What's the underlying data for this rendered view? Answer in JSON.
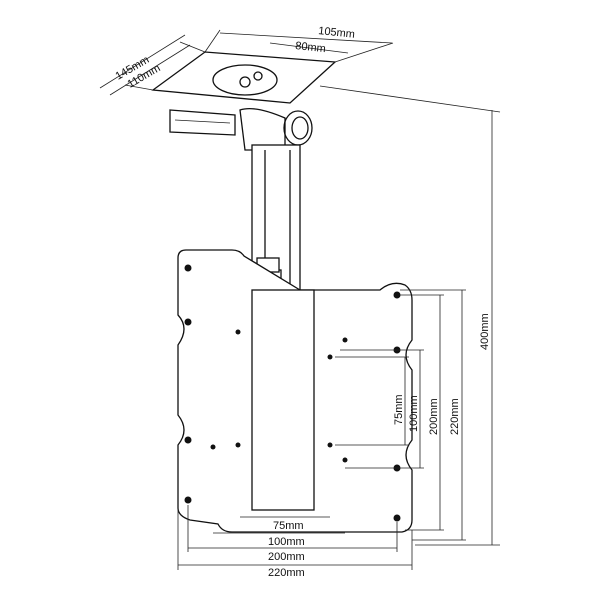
{
  "top_plate": {
    "outer_width": "105mm",
    "inner_width": "80mm",
    "outer_depth": "145mm",
    "inner_depth": "110mm"
  },
  "overall_height": "400mm",
  "vesa_vertical": [
    "75mm",
    "100mm",
    "200mm",
    "220mm"
  ],
  "vesa_horizontal": [
    "75mm",
    "100mm",
    "200mm",
    "220mm"
  ]
}
